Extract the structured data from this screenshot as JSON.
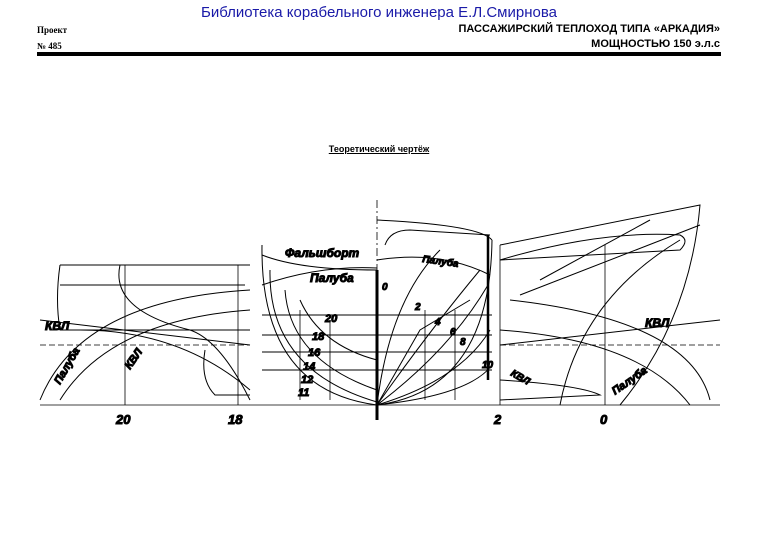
{
  "header": {
    "library": "Библиотека корабельного инженера Е.Л.Смирнова",
    "project_label": "Проект",
    "project_number": "№ 485",
    "title_line1": "ПАССАЖИРСКИЙ ТЕПЛОХОД  ТИПА  «АРКАДИЯ»",
    "title_line2": "МОЩНОСТЬЮ 150 э.л.с"
  },
  "drawing": {
    "caption": "Теоретический чертёж",
    "labels": {
      "bulwark": "Фальшборт",
      "deck": "Палуба",
      "waterline": "КВЛ"
    },
    "stations_stern": [
      "20",
      "18",
      "16",
      "14",
      "12",
      "11"
    ],
    "stations_bow": [
      "0",
      "2",
      "4",
      "6",
      "8",
      "10"
    ],
    "bottom_stations": [
      "20",
      "18",
      "2",
      "0"
    ]
  }
}
